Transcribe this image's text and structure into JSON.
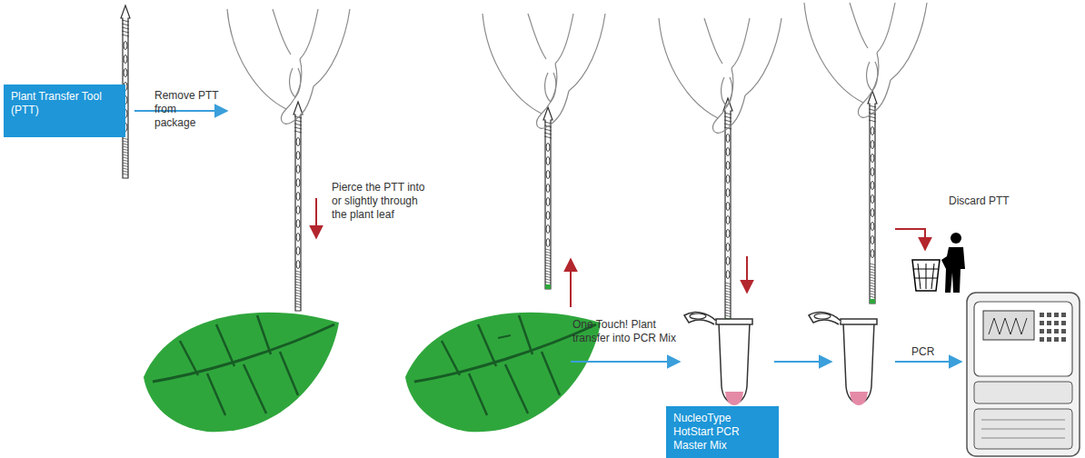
{
  "diagram": {
    "nodes": [
      {
        "text": [
          "Plant Transfer Tool (PTT)"
        ]
      },
      {
        "text": [
          "NucleoType HotStart PCR Master Mix"
        ]
      }
    ],
    "labels": [
      "Remove PTT from package",
      "Pierce the PTT into or slightly through the plant leaf",
      "One Touch! Plant transfer into PCR Mix",
      "Discard PTT",
      "PCR"
    ]
  }
}
